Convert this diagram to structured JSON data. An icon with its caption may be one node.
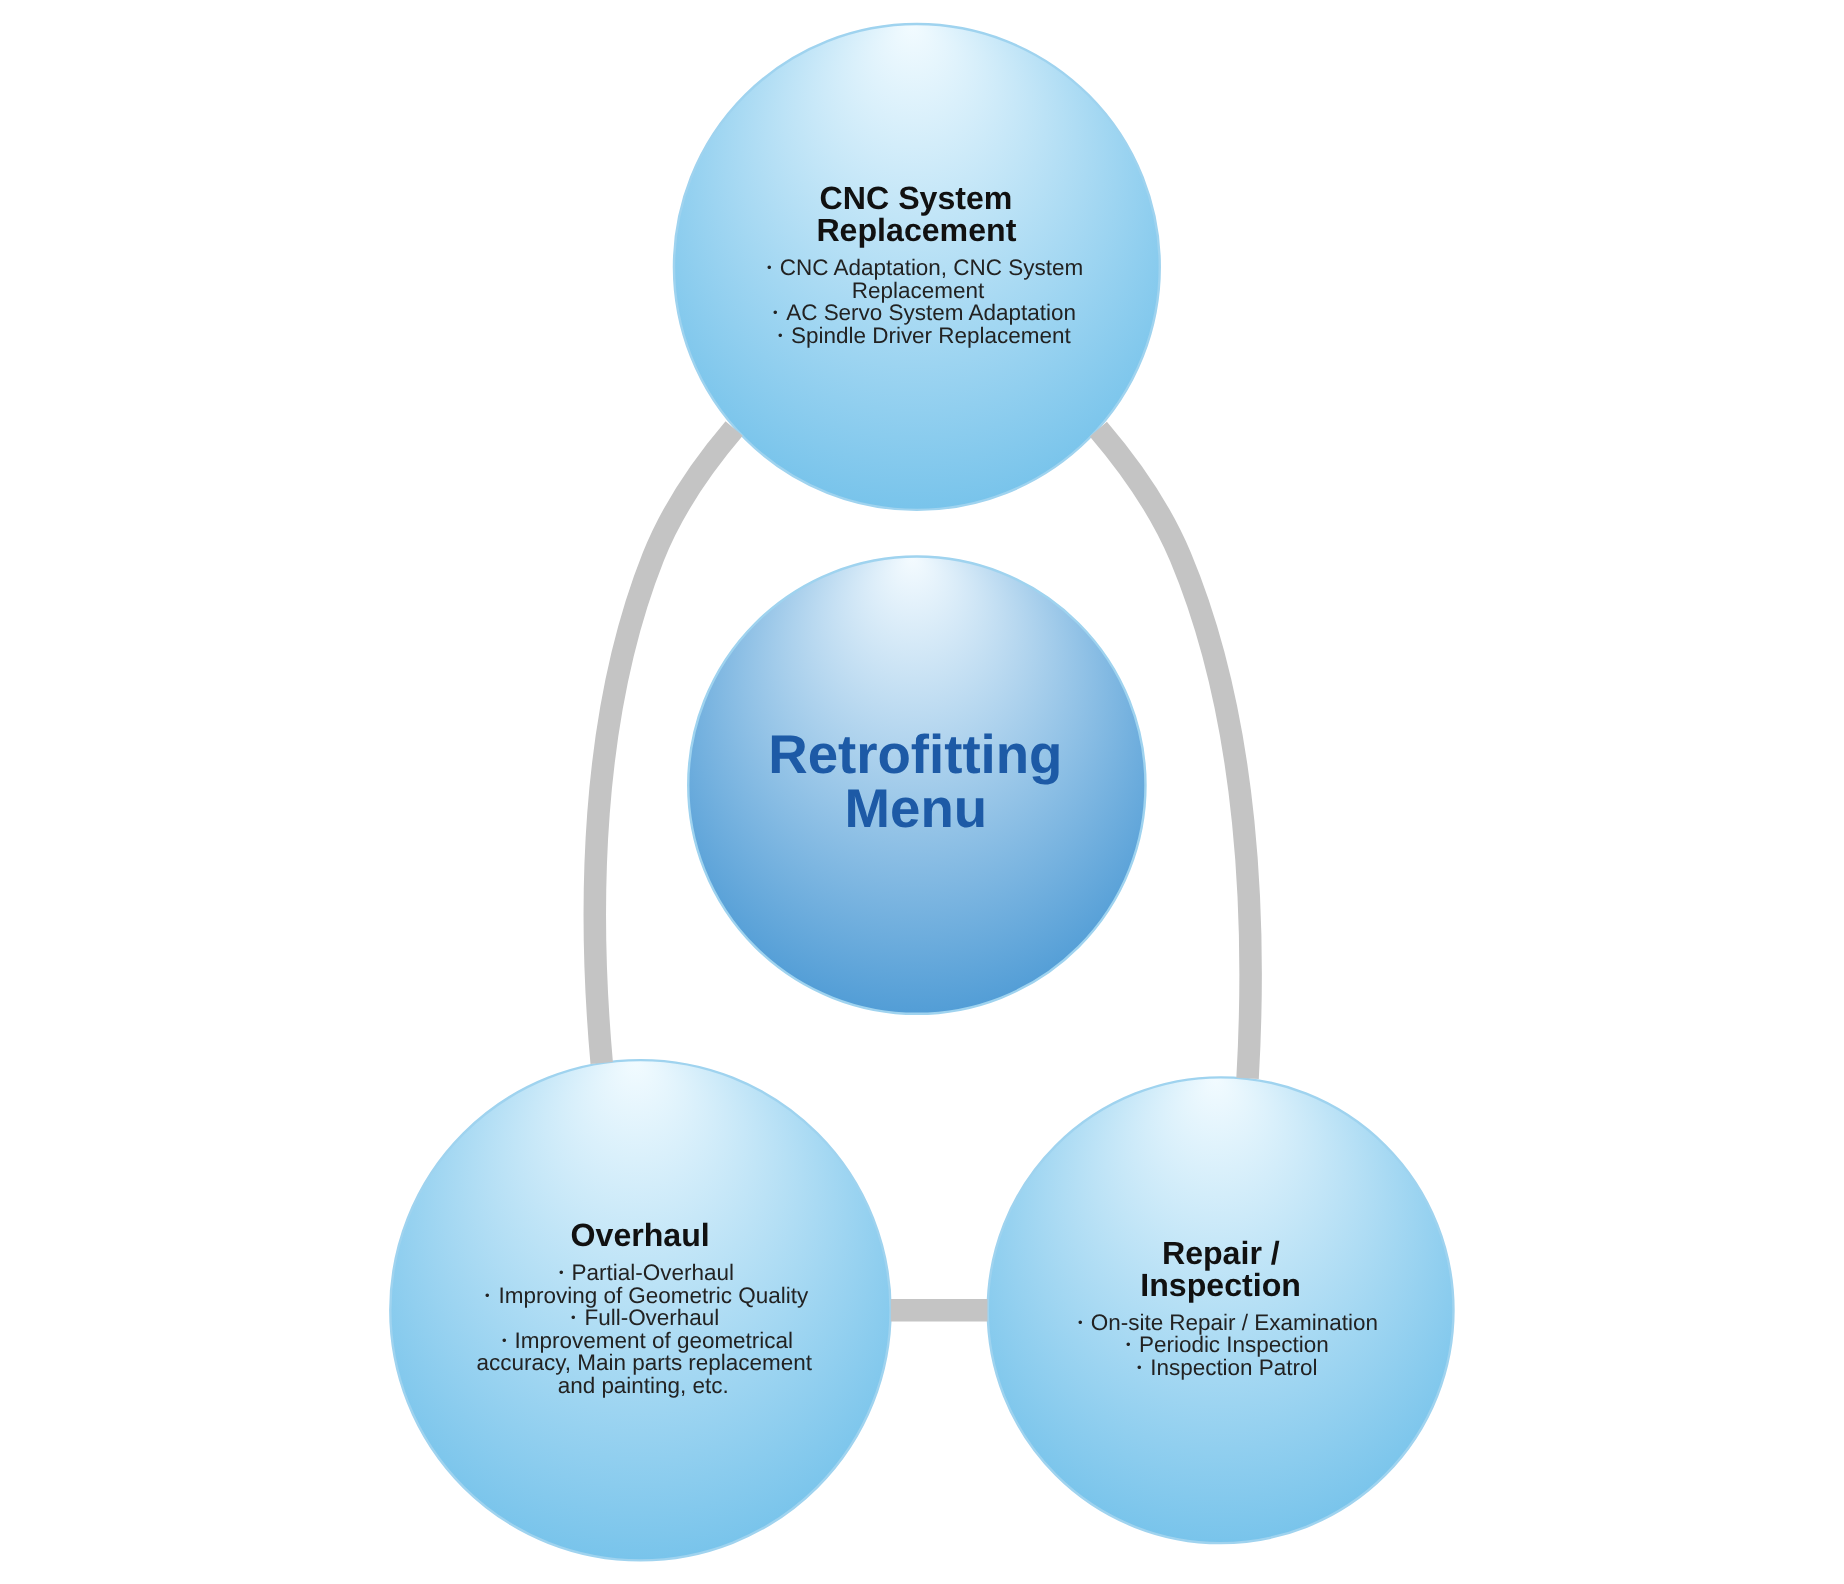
{
  "diagram": {
    "nodes": [
      {
        "text": [
          "CNC System Replacement",
          "・CNC Adaptation, CNC System Replacement",
          "・AC Servo System Adaptation",
          "・Spindle Driver Replacement"
        ]
      },
      {
        "text": [
          "Retrofitting Menu"
        ]
      },
      {
        "text": [
          "Overhaul",
          "・Partial-Overhaul",
          "・Improving of Geometric Quality",
          "・Full-Overhaul",
          "・Improvement of geometrical accuracy, Main parts replacement and painting, etc."
        ]
      },
      {
        "text": [
          "Repair / Inspection",
          "・On-site Repair / Examination",
          "・Periodic Inspection",
          "・Inspection Patrol"
        ]
      }
    ],
    "edges": [
      {
        "from": 0,
        "to": 2,
        "arrow": "none"
      },
      {
        "from": 0,
        "to": 3,
        "arrow": "none"
      },
      {
        "from": 2,
        "to": 3,
        "arrow": "none"
      }
    ]
  }
}
